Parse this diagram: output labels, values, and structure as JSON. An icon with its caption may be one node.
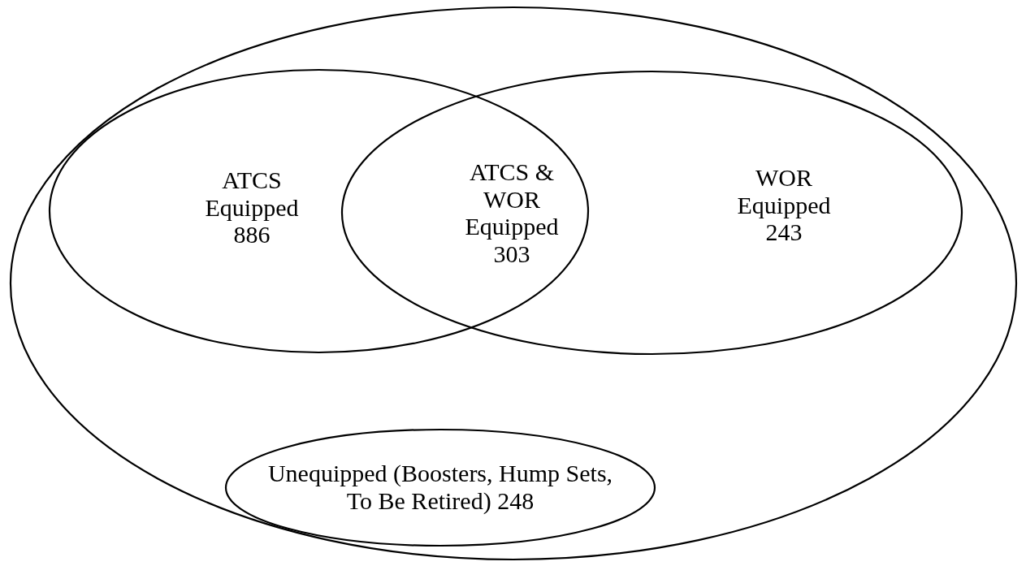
{
  "diagram": {
    "nodes": [
      {
        "text": [],
        "shape": "circle"
      },
      {
        "text": [
          "ATCS Equipped 886"
        ],
        "in": 0
      },
      {
        "text": [
          "WOR Equipped 243"
        ],
        "in": 0
      },
      {
        "text": [
          "Unequipped (Boosters, Hump Sets, To Be Retired) 248"
        ],
        "in": 0
      }
    ],
    "edges": [],
    "labels": [
      "ATCS & WOR Equipped 303"
    ]
  }
}
